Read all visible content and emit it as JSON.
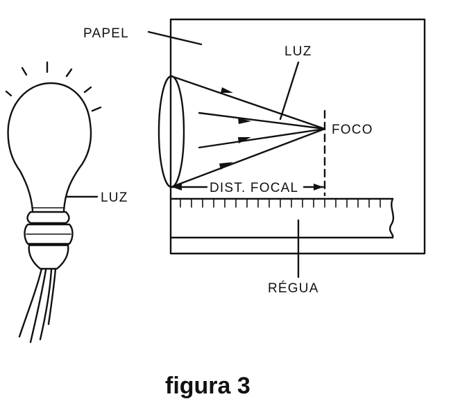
{
  "labels": {
    "papel": "PAPEL",
    "luz_top": "LUZ",
    "foco": "FOCO",
    "dist_focal": "DIST. FOCAL",
    "luz_bulb": "LUZ",
    "regua": "RÉGUA"
  },
  "caption": "figura 3"
}
